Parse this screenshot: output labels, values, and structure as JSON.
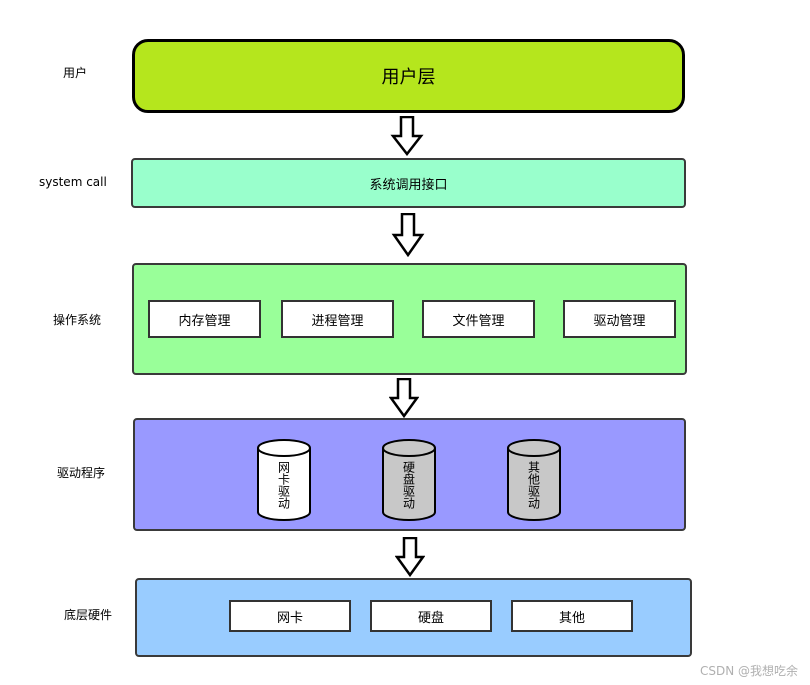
{
  "labels": {
    "user": "用户",
    "syscall": "system call",
    "os": "操作系统",
    "driver": "驱动程序",
    "hardware": "底层硬件"
  },
  "user_layer": {
    "title": "用户层",
    "color": "#b5e61d"
  },
  "syscall_layer": {
    "title": "系统调用接口",
    "color": "#99ffcc"
  },
  "os_layer": {
    "color": "#99ff99",
    "modules": [
      "内存管理",
      "进程管理",
      "文件管理",
      "驱动管理"
    ]
  },
  "driver_layer": {
    "color": "#9999ff",
    "drivers": [
      {
        "label": "网卡驱动",
        "fill": "#ffffff"
      },
      {
        "label": "硬盘驱动",
        "fill": "#c8c8c8"
      },
      {
        "label": "其他驱动",
        "fill": "#c8c8c8"
      }
    ]
  },
  "hardware_layer": {
    "color": "#99ccff",
    "devices": [
      "网卡",
      "硬盘",
      "其他"
    ]
  },
  "watermark": "CSDN @我想吃余"
}
